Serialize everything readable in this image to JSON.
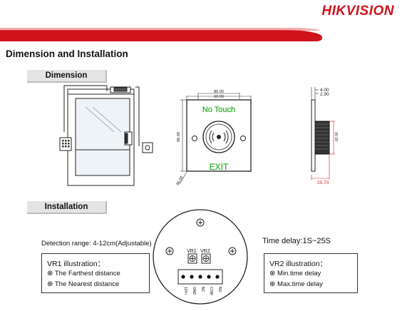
{
  "header": {
    "brand": "HIKVISION"
  },
  "section": {
    "title": "Dimension and Installation"
  },
  "tags": {
    "dimension": "Dimension",
    "installation": "Installation"
  },
  "front_view": {
    "top_label": "No Touch",
    "bottom_label": "EXIT",
    "width_outer": "86.00",
    "width_inner": "60.00",
    "height": "86.00",
    "corner": "86.00"
  },
  "side_view": {
    "dim_a": "4.00",
    "dim_b": "2.90",
    "depth": "25.70",
    "inner": "62.00"
  },
  "installation": {
    "detection_range": "Detection range: 4-12cm(Adjustable)",
    "time_delay": "Time delay:1S~25S",
    "vr1": {
      "title": "VR1 illustration：",
      "line1": "The Farthest distance",
      "line2": "The Nearest distance"
    },
    "vr2": {
      "title": "VR2 illustration：",
      "line1": "Min.time delay",
      "line2": "Max.time delay"
    },
    "pot_labels": [
      "VR1",
      "VR2"
    ],
    "terminals": [
      "12V+",
      "GND",
      "NC",
      "COM",
      "NO"
    ]
  },
  "colors": {
    "brand_red": "#d0121b",
    "no_touch_green": "#3bbf3b",
    "dim_red": "#d01a1a"
  }
}
